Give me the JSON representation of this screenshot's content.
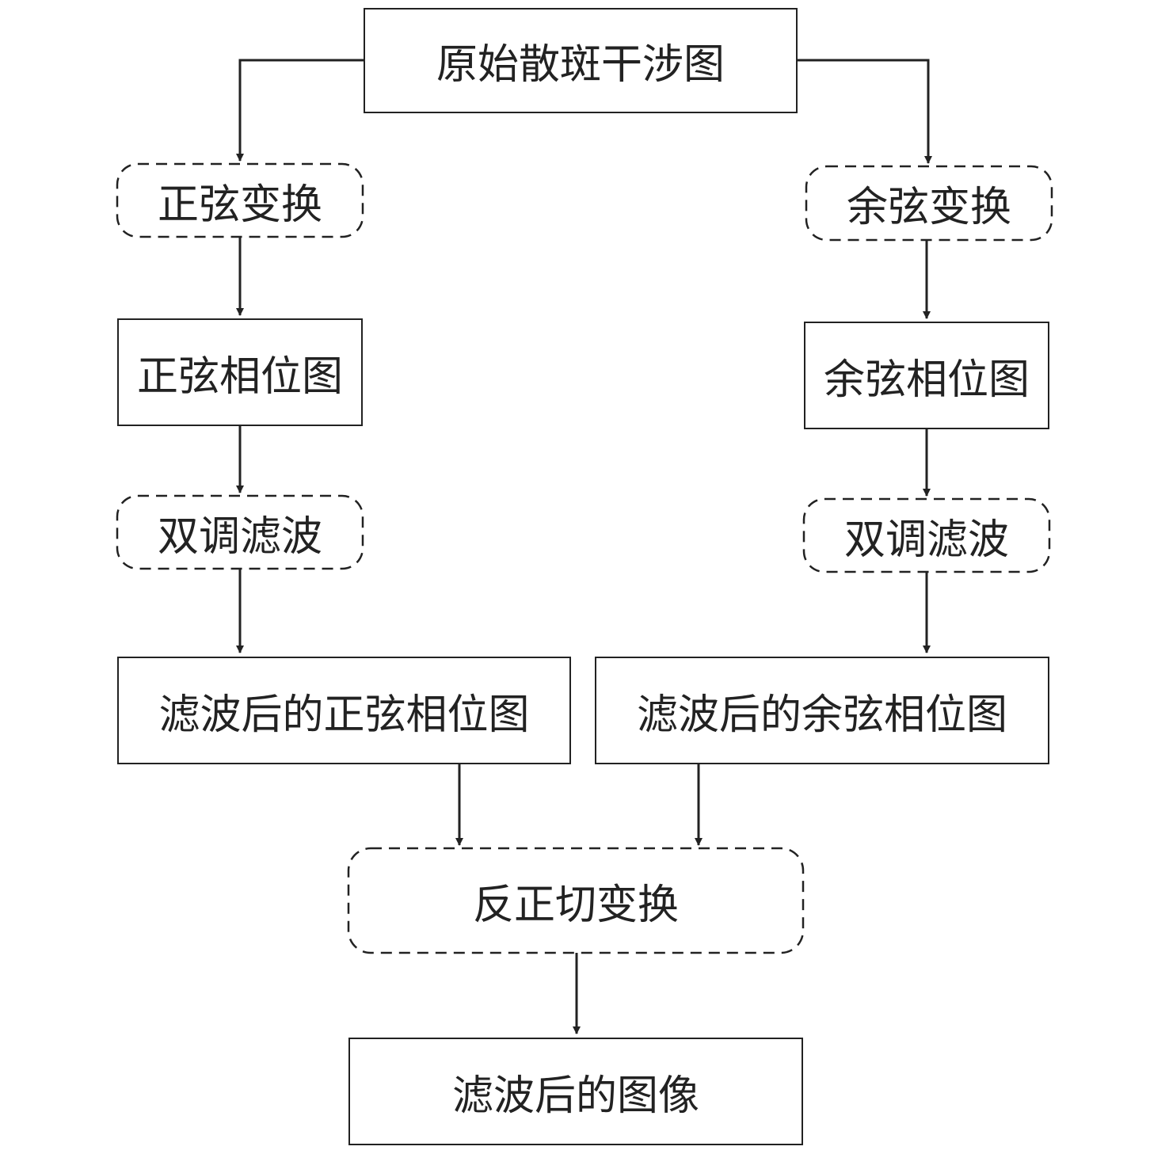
{
  "nodes": {
    "original": "原始散斑干涉图",
    "sine_transform": "正弦变换",
    "cosine_transform": "余弦变换",
    "sine_phase": "正弦相位图",
    "cosine_phase": "余弦相位图",
    "bilateral_left": "双调滤波",
    "bilateral_right": "双调滤波",
    "filtered_sine": "滤波后的正弦相位图",
    "filtered_cosine": "滤波后的余弦相位图",
    "arctan": "反正切变换",
    "filtered_image": "滤波后的图像"
  },
  "colors": {
    "stroke": "#222222",
    "background": "#ffffff"
  }
}
